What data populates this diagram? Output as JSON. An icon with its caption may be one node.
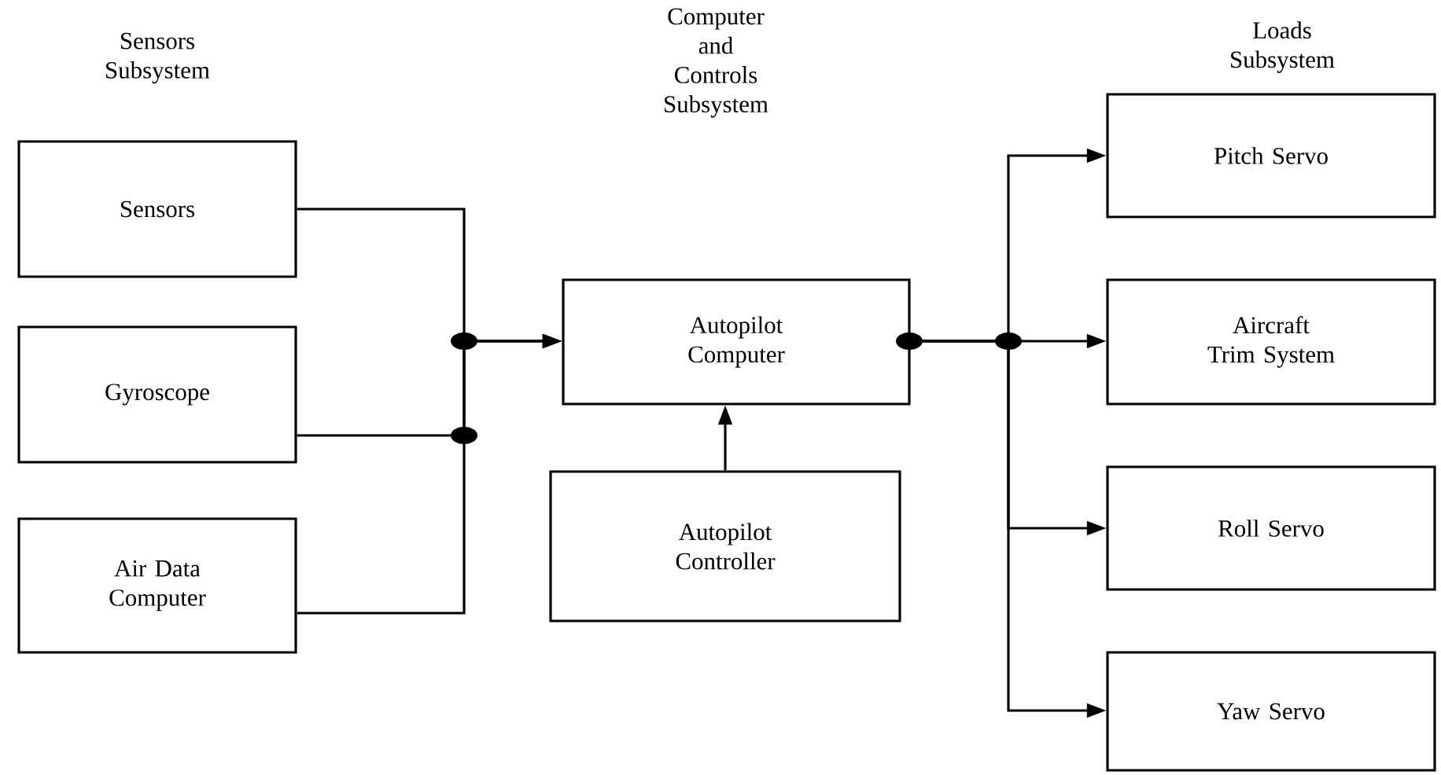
{
  "diagram": {
    "nodes": [
      {
        "text": [
          "Sensors"
        ]
      },
      {
        "text": [
          "Gyroscope"
        ]
      },
      {
        "text": [
          "Air Data Computer"
        ]
      },
      {
        "text": [
          "Autopilot Computer"
        ]
      },
      {
        "text": [
          "Autopilot Controller"
        ]
      },
      {
        "text": [
          "Pitch Servo"
        ]
      },
      {
        "text": [
          "Aircraft Trim System"
        ]
      },
      {
        "text": [
          "Roll Servo"
        ]
      },
      {
        "text": [
          "Yaw Servo"
        ]
      }
    ],
    "edges": [
      {
        "from": 0,
        "to": 3,
        "arrow": "to"
      },
      {
        "from": 1,
        "to": 3,
        "arrow": "to"
      },
      {
        "from": 2,
        "to": 3,
        "arrow": "to"
      },
      {
        "from": 4,
        "to": 3,
        "arrow": "to"
      },
      {
        "from": 3,
        "to": 5,
        "arrow": "to"
      },
      {
        "from": 3,
        "to": 6,
        "arrow": "to"
      },
      {
        "from": 3,
        "to": 7,
        "arrow": "to"
      },
      {
        "from": 3,
        "to": 8,
        "arrow": "to"
      }
    ],
    "labels": [
      "Sensors Subsystem",
      "Computer and Controls Subsystem",
      "Loads Subsystem"
    ]
  }
}
